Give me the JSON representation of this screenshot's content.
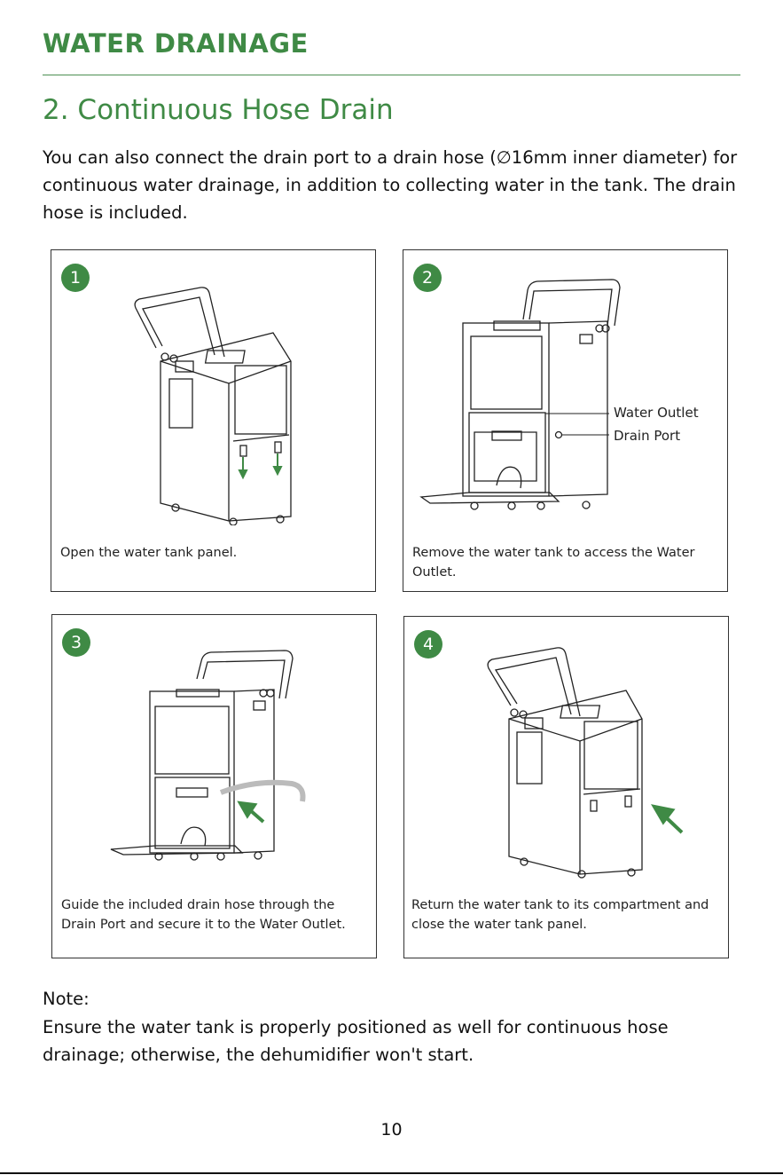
{
  "header": {
    "section_title": "WATER DRAINAGE",
    "subsection_title": "2. Continuous Hose Drain"
  },
  "intro": {
    "text": "You can also connect the drain port to a drain hose (∅16mm inner diameter) for continuous water drainage, in addition to collecting water in the tank. The drain hose is included."
  },
  "steps": [
    {
      "number": "1",
      "caption": "Open the water tank panel."
    },
    {
      "number": "2",
      "caption": "Remove the water tank to access the Water Outlet.",
      "callouts": [
        "Water Outlet",
        "Drain Port"
      ]
    },
    {
      "number": "3",
      "caption": "Guide the included drain hose through the Drain Port and secure it to the Water Outlet."
    },
    {
      "number": "4",
      "caption": "Return the water tank to its compartment and close the water tank panel."
    }
  ],
  "note": {
    "label": "Note:",
    "text": "Ensure the water tank is properly positioned as well for continuous hose drainage; otherwise, the dehumidifier won't start."
  },
  "footer": {
    "page_number": "10"
  },
  "colors": {
    "accent": "#3f8a45",
    "text": "#111111",
    "border": "#333333"
  }
}
